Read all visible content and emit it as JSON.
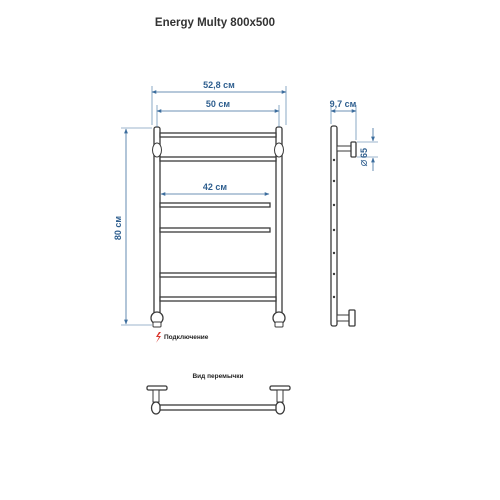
{
  "title": "Energy Multy 800x500",
  "dimensions": {
    "overall_width": "52,8 см",
    "inner_width": "50 см",
    "depth": "9,7 см",
    "bar_length": "42 см",
    "height": "80 см",
    "pipe_diameter": "65"
  },
  "connection_note": "Подключение",
  "jumper_view_label": "Вид перемычки",
  "colors": {
    "dimension_blue": "#3d6e9e",
    "outline": "#3a3a3a",
    "warning_red": "#d9342b"
  }
}
